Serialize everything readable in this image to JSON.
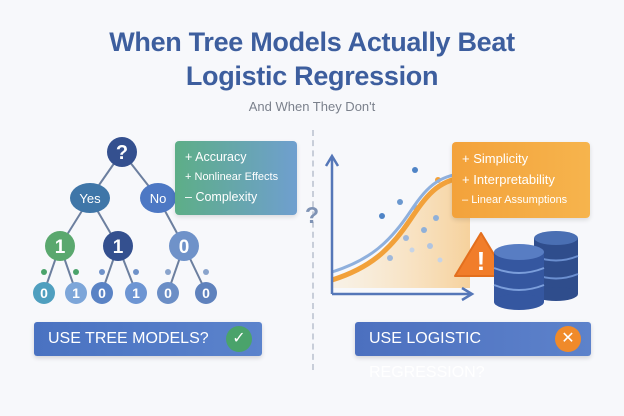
{
  "title": {
    "line1": "When Tree Models Actually Beat",
    "line2": "Logistic Regression",
    "subtitle": "And When They Don't"
  },
  "tree": {
    "root": "?",
    "left_branch": "Yes",
    "right_branch": "No",
    "mid_nodes": [
      "1",
      "1",
      "0"
    ],
    "leaves": [
      "0",
      "1",
      "0",
      "1",
      "0",
      "0"
    ]
  },
  "tree_card": {
    "items": [
      {
        "sign": "+",
        "text": "Accuracy"
      },
      {
        "sign": "+",
        "text": "Nonlinear Effects"
      },
      {
        "sign": "–",
        "text": "Complexity"
      }
    ]
  },
  "divider_mark": "?",
  "logit_card": {
    "items": [
      {
        "sign": "+",
        "text": "Simplicity"
      },
      {
        "sign": "+",
        "text": "Interpretability"
      },
      {
        "sign": "–",
        "text": "Linear Assumptions"
      }
    ]
  },
  "warning_symbol": "!",
  "buttons": {
    "tree": "USE TREE MODELS?",
    "logit": "USE LOGISTIC REGRESSION?"
  },
  "colors": {
    "title": "#3d5e9e",
    "green": "#4aa36b",
    "navy": "#34508f",
    "orange": "#f08a2a",
    "blue": "#4a72c1"
  }
}
